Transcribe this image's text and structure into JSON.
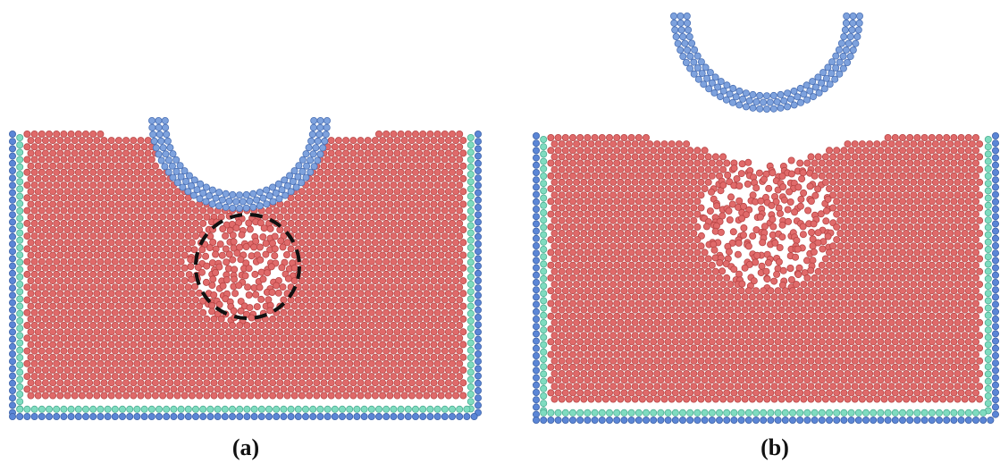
{
  "figure": {
    "panels": [
      {
        "id": "a",
        "label": "(a)",
        "state": "indenter-inserted",
        "highlight": "dashed-circle-under-indenter"
      },
      {
        "id": "b",
        "label": "(b)",
        "state": "indenter-withdrawn",
        "highlight": ""
      }
    ]
  },
  "colors": {
    "workpiece_atoms": "#e06a6a",
    "workpiece_atoms_edge": "#b84646",
    "boundary_atoms": "#5b86d6",
    "thermostat_atoms": "#7fdcc0",
    "indenter_atoms": "#7ea2dd",
    "highlight_circle": "#111111"
  }
}
